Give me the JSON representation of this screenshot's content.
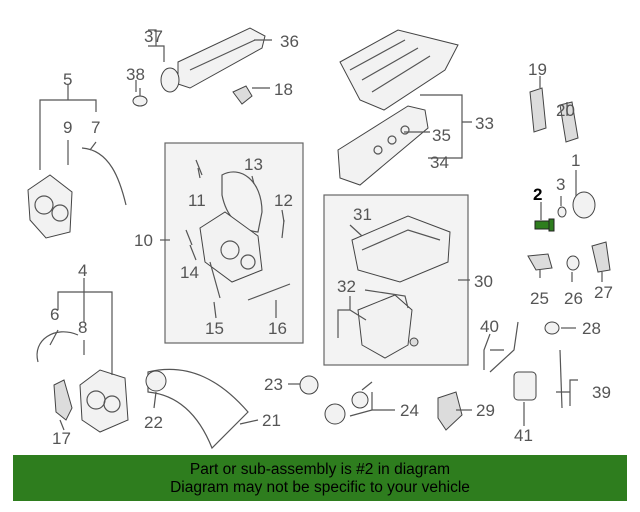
{
  "callouts": {
    "c1": "1",
    "c2": "2",
    "c3": "3",
    "c4": "4",
    "c5": "5",
    "c6": "6",
    "c7": "7",
    "c8": "8",
    "c9": "9",
    "c10": "10",
    "c11": "11",
    "c12": "12",
    "c13": "13",
    "c14": "14",
    "c15": "15",
    "c16": "16",
    "c17": "17",
    "c18": "18",
    "c19": "19",
    "c20": "20",
    "c21": "21",
    "c22": "22",
    "c23": "23",
    "c24": "24",
    "c25": "25",
    "c26": "26",
    "c27": "27",
    "c28": "28",
    "c29": "29",
    "c30": "30",
    "c31": "31",
    "c32": "32",
    "c33": "33",
    "c34": "34",
    "c35": "35",
    "c36": "36",
    "c37": "37",
    "c38": "38",
    "c39": "39",
    "c40": "40",
    "c41": "41"
  },
  "highlight": {
    "part_number": "2",
    "color": "#2e7d1e"
  },
  "banner": {
    "line1": "Part or sub-assembly is #2 in diagram",
    "line2": "Diagram may not be specific to your vehicle",
    "background": "#2e7d1e"
  }
}
